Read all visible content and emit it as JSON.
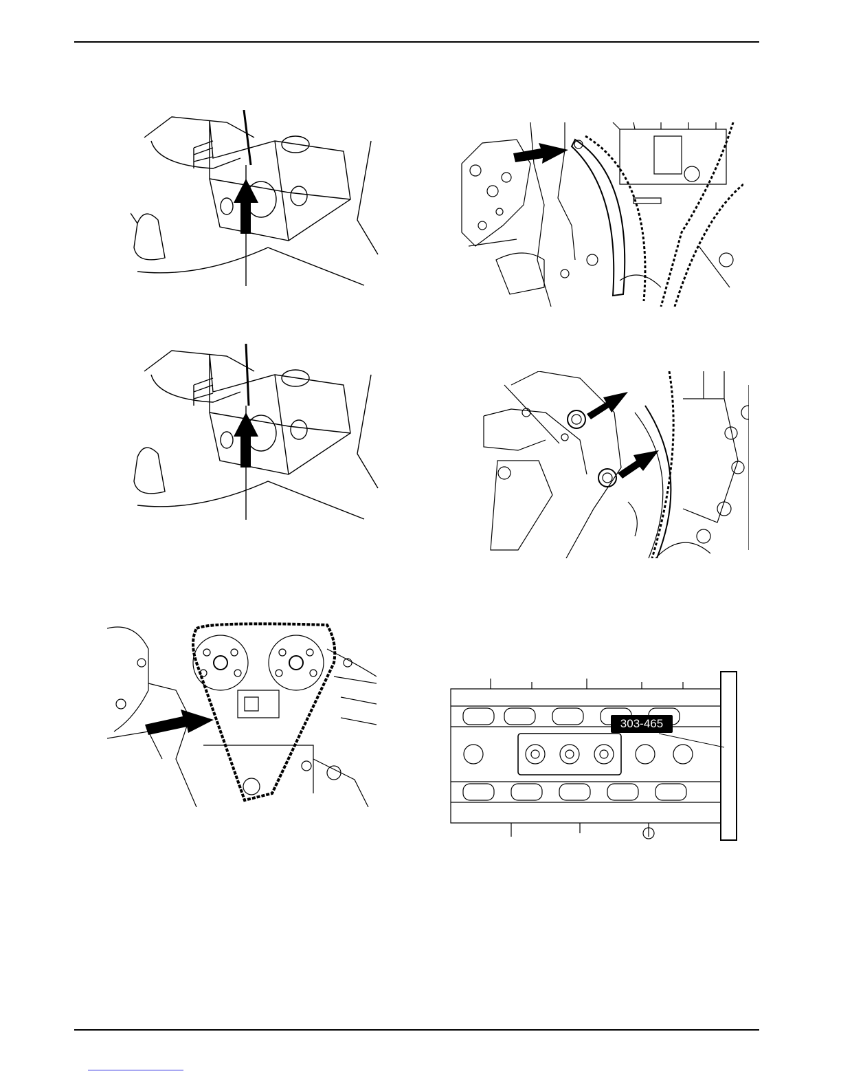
{
  "document": {
    "figures": [
      {
        "id": "fig-tensioner-1",
        "description_icon": "tensioner-pin-icon"
      },
      {
        "id": "fig-tensioner-2",
        "description_icon": "tensioner-pin-icon"
      },
      {
        "id": "fig-guide-rail",
        "description_icon": "chain-guide-icon"
      },
      {
        "id": "fig-guide-bolts",
        "description_icon": "bolt-icon"
      },
      {
        "id": "fig-timing-chain",
        "description_icon": "timing-chain-icon"
      },
      {
        "id": "fig-camshaft-tool",
        "description_icon": "camshaft-icon"
      }
    ],
    "tool_label": "303-465"
  }
}
